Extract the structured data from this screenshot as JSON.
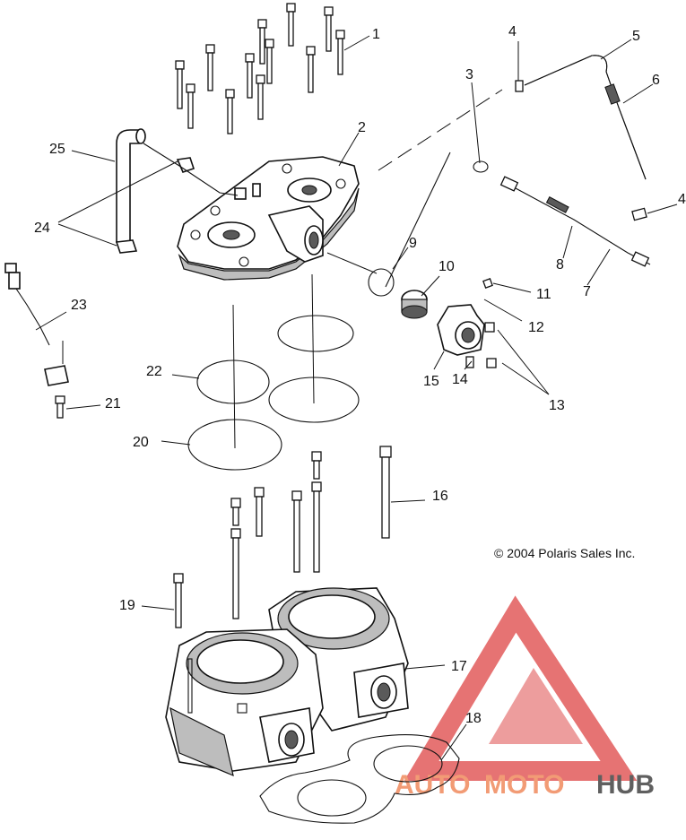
{
  "copyright": "© 2004 Polaris Sales Inc.",
  "watermark": {
    "word_a": "AUTO",
    "word_b": "MOTO",
    "word_c": "HUB",
    "colors": {
      "logo": "#e25b5b",
      "auto": "#f08a5d",
      "moto": "#f08a5d",
      "hub": "#444444"
    }
  },
  "callouts": [
    {
      "id": "1",
      "text": "1"
    },
    {
      "id": "2",
      "text": "2"
    },
    {
      "id": "3",
      "text": "3"
    },
    {
      "id": "4a",
      "text": "4"
    },
    {
      "id": "4b",
      "text": "4"
    },
    {
      "id": "5",
      "text": "5"
    },
    {
      "id": "6",
      "text": "6"
    },
    {
      "id": "7",
      "text": "7"
    },
    {
      "id": "8",
      "text": "8"
    },
    {
      "id": "9",
      "text": "9"
    },
    {
      "id": "10",
      "text": "10"
    },
    {
      "id": "11",
      "text": "11"
    },
    {
      "id": "12",
      "text": "12"
    },
    {
      "id": "13",
      "text": "13"
    },
    {
      "id": "14",
      "text": "14"
    },
    {
      "id": "15",
      "text": "15"
    },
    {
      "id": "16",
      "text": "16"
    },
    {
      "id": "17",
      "text": "17"
    },
    {
      "id": "18",
      "text": "18"
    },
    {
      "id": "19",
      "text": "19"
    },
    {
      "id": "20",
      "text": "20"
    },
    {
      "id": "21",
      "text": "21"
    },
    {
      "id": "22",
      "text": "22"
    },
    {
      "id": "23",
      "text": "23"
    },
    {
      "id": "24",
      "text": "24"
    },
    {
      "id": "25",
      "text": "25"
    }
  ]
}
